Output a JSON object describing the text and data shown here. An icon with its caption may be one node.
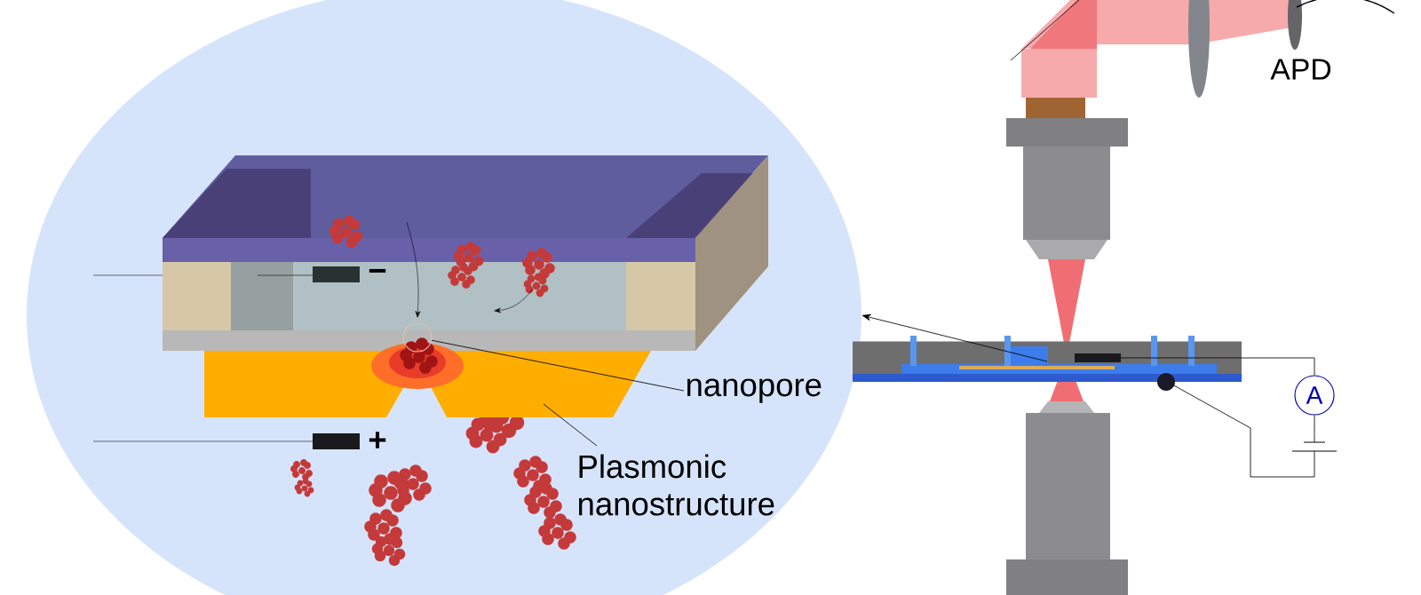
{
  "diagram": {
    "nodes": [
      {
        "text": [
          "nanopore"
        ],
        "in": 5
      },
      {
        "text": [
          "Plasmonic nanostructure"
        ],
        "in": 5
      },
      {
        "text": [
          "APD"
        ]
      },
      {
        "text": [
          "A"
        ]
      },
      {
        "text": [],
        "shape": "box"
      },
      {
        "text": [],
        "shape": "circle"
      },
      {
        "text": [],
        "shape": "battery"
      },
      {
        "text": [],
        "shape": "circle",
        "in": 5
      },
      {
        "text": [],
        "shape": "box",
        "in": 5
      }
    ],
    "edges": [
      {
        "from": 0,
        "to": 7,
        "arrow": "none"
      },
      {
        "from": 1,
        "to": 8,
        "arrow": "none"
      },
      {
        "from": 4,
        "to": 5,
        "arrow": "to"
      },
      {
        "from": 4,
        "to": 3,
        "arrow": "none"
      },
      {
        "from": 3,
        "to": 6,
        "arrow": "none"
      },
      {
        "from": 6,
        "to": 4,
        "arrow": "none"
      }
    ],
    "labels": [
      "−",
      "+"
    ]
  }
}
